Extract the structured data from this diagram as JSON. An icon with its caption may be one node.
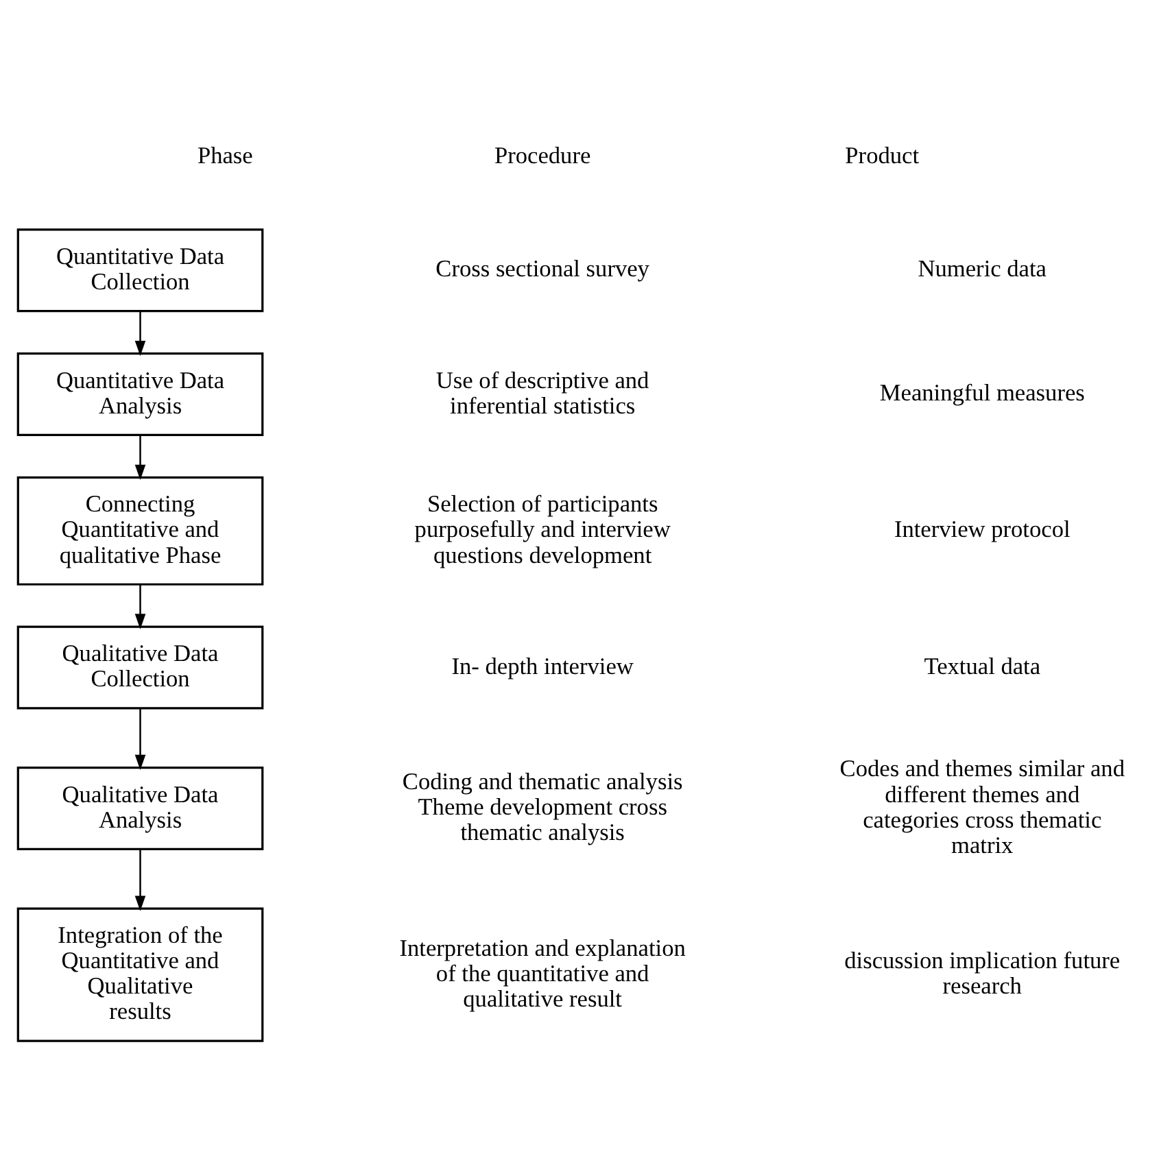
{
  "diagram": {
    "nodes": [
      {
        "text": [
          "Quantitative Data Collection"
        ]
      },
      {
        "text": [
          "Quantitative Data Analysis"
        ]
      },
      {
        "text": [
          "Connecting Quantitative and qualitative Phase"
        ]
      },
      {
        "text": [
          "Qualitative Data Collection"
        ]
      },
      {
        "text": [
          "Qualitative Data Analysis"
        ]
      },
      {
        "text": [
          "Integration of the Quantitative and Qualitative results"
        ]
      }
    ],
    "edges": [
      {
        "from": 0,
        "to": 1,
        "arrow": "to"
      },
      {
        "from": 1,
        "to": 2,
        "arrow": "to"
      },
      {
        "from": 2,
        "to": 3,
        "arrow": "to"
      },
      {
        "from": 3,
        "to": 4,
        "arrow": "to"
      },
      {
        "from": 4,
        "to": 5,
        "arrow": "to"
      }
    ],
    "labels": [
      "Phase",
      "Procedure",
      "Product",
      "Cross sectional survey",
      "Numeric data",
      "Use of descriptive and inferential statistics",
      "Meaningful measures",
      "Selection of participants purposefully and interview questions development",
      "Interview protocol",
      "In- depth interview",
      "Textual data",
      "Coding and thematic analysis Theme development cross thematic analysis",
      "Codes and themes similar and different themes and categories cross thematic matrix",
      "Interpretation and explanation of the quantitative and qualitative result",
      "discussion implication future research"
    ]
  }
}
